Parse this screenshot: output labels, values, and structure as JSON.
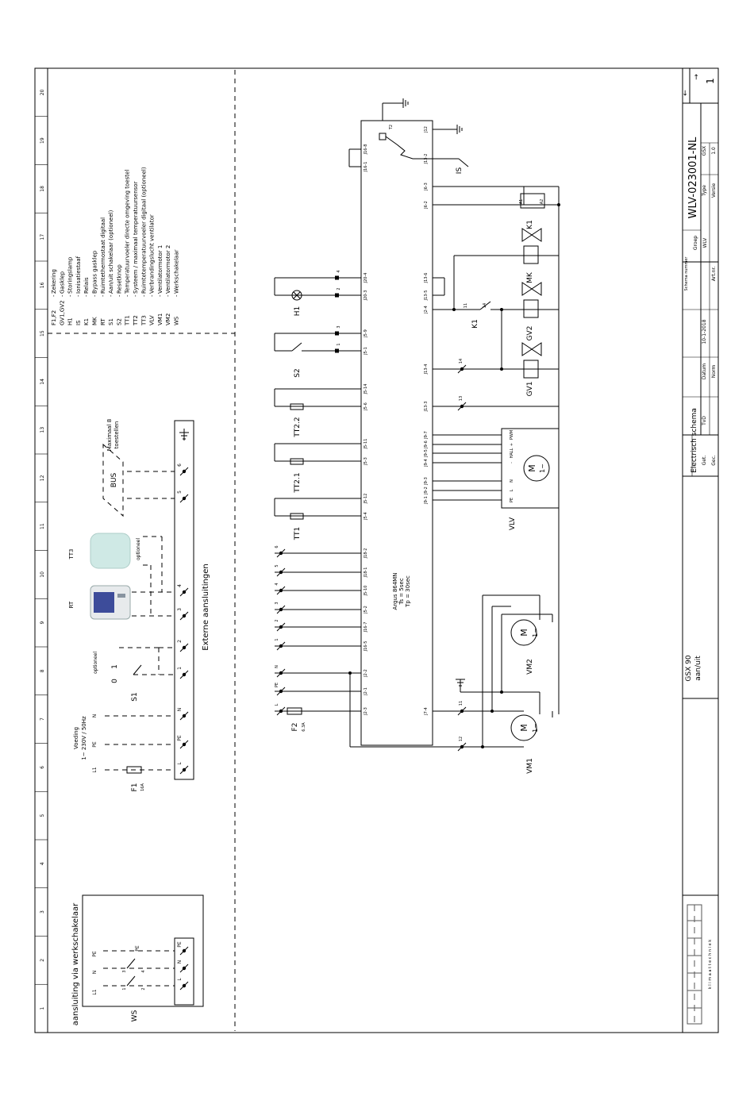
{
  "title_block": {
    "drawing_number": "WLV-023001-NL",
    "sheet_title": "Electrisch schema",
    "product": "GSX 90",
    "variant": "aan/uit",
    "schema_label": "Schema nummer",
    "groep_label": "Groep",
    "groep_value": "WLV",
    "type_label": "Type",
    "type_value": "GSX",
    "artnr_label": "Art.nr.",
    "versie_label": "Versie",
    "versie_value": "1.0",
    "get_label": "Get.",
    "get_value": "TvD",
    "gec_label": "Gec.",
    "datum_label": "Datum",
    "datum_value": "10-1-2018",
    "norm_label": "Norm",
    "sheet_number": "1",
    "arrow_prev": "←",
    "arrow_next": "→",
    "company_tagline": "k l i m a a t t e c h n i e k"
  },
  "column_numbers": [
    "1",
    "2",
    "3",
    "4",
    "5",
    "6",
    "7",
    "8",
    "9",
    "10",
    "11",
    "12",
    "13",
    "14",
    "15",
    "16",
    "17",
    "18",
    "19",
    "20"
  ],
  "legend": [
    {
      "code": "F1,F2",
      "desc": "Zekering"
    },
    {
      "code": "GV1,GV2",
      "desc": "Gasklep"
    },
    {
      "code": "H1",
      "desc": "Storingslamp"
    },
    {
      "code": "IS",
      "desc": "Ionisatiestaaf"
    },
    {
      "code": "K1",
      "desc": "Relais"
    },
    {
      "code": "MK",
      "desc": "Bypass gasklep"
    },
    {
      "code": "RT",
      "desc": "Ruimtethermostaat digitaal"
    },
    {
      "code": "S1",
      "desc": "Aan/uit schakelaar (optioneel)"
    },
    {
      "code": "S2",
      "desc": "Resetknop"
    },
    {
      "code": "TT1",
      "desc": "Temperatuurvoeler directe omgeving toestel"
    },
    {
      "code": "TT2",
      "desc": "Systeem / maximaal temperatuursensor"
    },
    {
      "code": "TT3",
      "desc": "Ruimtetemperatuurvoeler digitaal (optioneel)"
    },
    {
      "code": "VLV",
      "desc": "Verbrandingslucht ventilator"
    },
    {
      "code": "VM1",
      "desc": "Ventilatormotor 1"
    },
    {
      "code": "VM2",
      "desc": "Ventilatormotor 2"
    },
    {
      "code": "WS",
      "desc": "Werkschakelaar"
    }
  ],
  "external": {
    "title": "Externe aansluitingen",
    "voeding": "Voeding",
    "voeding_spec": "1~ 230V / 50Hz",
    "l1": "L1",
    "pe": "PE",
    "n": "N",
    "f1": "F1",
    "f1_rating": "16A",
    "s1": "S1",
    "optioneel": "optioneel",
    "s1_off": "0",
    "s1_on": "1",
    "rt": "RT",
    "tt3": "TT3",
    "bus": "BUS",
    "max_devices": "Maximaal 8",
    "max_devices2": "toestellen",
    "terminals": [
      "L",
      "PE",
      "N",
      "1",
      "2",
      "3",
      "4",
      "5",
      "6"
    ]
  },
  "werkschakelaar": {
    "title": "aansluiting via werkschakelaar",
    "ws": "WS",
    "l1": "L1",
    "n": "N",
    "pe": "PE",
    "terminals": [
      "L",
      "N",
      "PE"
    ],
    "contacts": [
      "1",
      "2",
      "3",
      "4"
    ]
  },
  "controller": {
    "name": "Argus 864MN",
    "ts": "Ts =  5sec",
    "tp": "Tp =  30sec",
    "left_pins": [
      "J20-4",
      "J20-3",
      "J5-9",
      "J5-1",
      "J5-14",
      "J5-6",
      "J5-11",
      "J5-3",
      "J5-12",
      "J5-4",
      "J18-2",
      "J18-1",
      "J5-10",
      "J5-2",
      "J16-7",
      "J16-5",
      "J2-2",
      "J2-1",
      "J2-3"
    ],
    "right_pins": [
      "J12",
      "J13-2",
      "J6-3",
      "J6-2",
      "J13-6",
      "J13-5",
      "J2-4",
      "J13-4",
      "J13-3",
      "J9-7",
      "J9-6",
      "J9-5",
      "J9-4",
      "J9-3",
      "J9-2",
      "J9-1",
      "J7-4"
    ],
    "top_pins": [
      "J16-8",
      "J16-1"
    ]
  },
  "components": {
    "h1": "H1",
    "s2": "S2",
    "tt2_2": "TT2.2",
    "tt2_1": "TT2.1",
    "tt1": "TT1",
    "f2": "F2",
    "f2_rating": "6.3A",
    "is": "IS",
    "t2": "T2",
    "k1": "K1",
    "mk": "MK",
    "gv1": "GV1",
    "gv2": "GV2",
    "a1": "A1",
    "a2": "A2",
    "vlv": "VLV",
    "vm1": "VM1",
    "vm2": "VM2",
    "motor_m": "M",
    "motor_phase": "1~",
    "vlv_pins": [
      "PWM",
      "+",
      "HALL",
      "-",
      "N",
      "L",
      "PE"
    ],
    "wire_labels": [
      "4",
      "2",
      "3",
      "1",
      "6",
      "5",
      "4",
      "3",
      "2",
      "1",
      "N",
      "PE",
      "L",
      "14",
      "13",
      "11",
      "14",
      "11",
      "12"
    ]
  }
}
